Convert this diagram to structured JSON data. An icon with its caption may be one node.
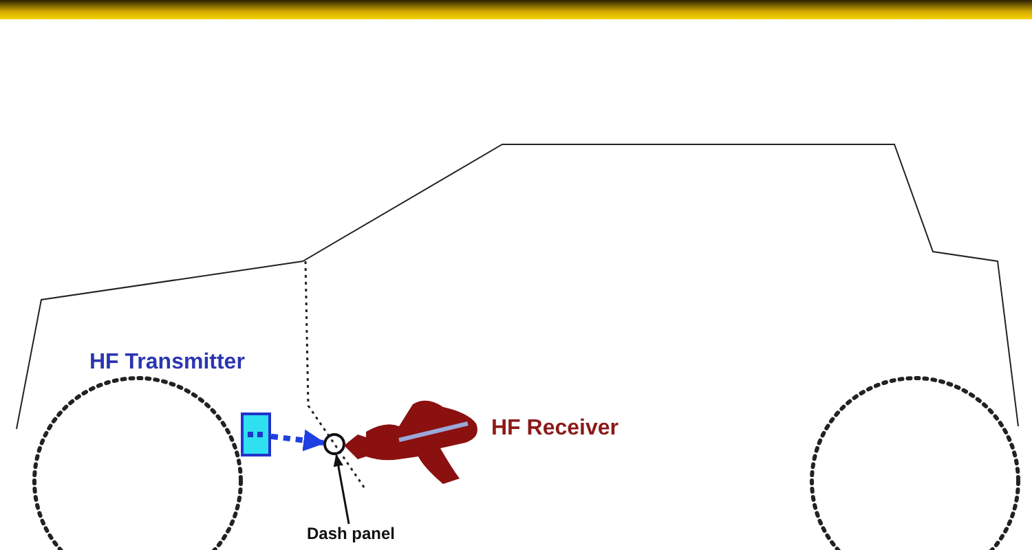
{
  "diagram": {
    "nodes": [
      {
        "text": [],
        "shape": "box",
        "beside": [
          "HF Transmitter"
        ]
      },
      {
        "text": [],
        "shape": "circle"
      },
      {
        "text": [],
        "shape": "picture",
        "beside": [
          "HF Receiver"
        ]
      },
      {
        "text": [
          "Dash panel"
        ]
      }
    ],
    "edges": [
      {
        "from": 0,
        "to": 1,
        "arrow": "to",
        "style": "dashed",
        "color": "#1f3fe0"
      },
      {
        "from": 3,
        "to": 1,
        "arrow": "to",
        "color": "#111111"
      }
    ]
  }
}
